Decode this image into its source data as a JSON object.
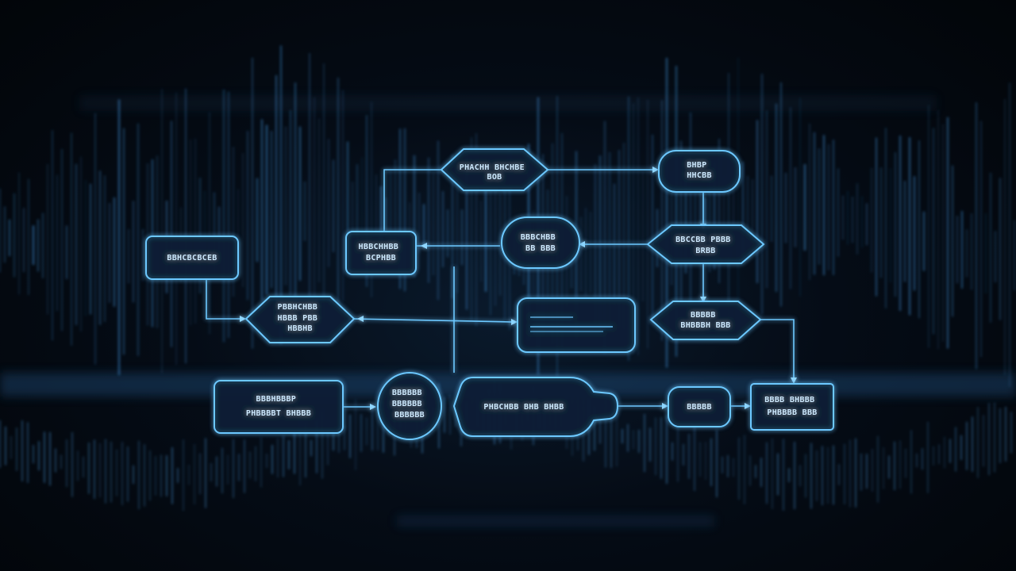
{
  "theme": {
    "accent": "#6cc8ff",
    "node_fill": "#081e34",
    "background": "#03070d",
    "waveform": "#3d8fd6"
  },
  "diagram": {
    "nodes": [
      {
        "id": "n1",
        "shape": "hexagon",
        "lines": [
          "PHACHH BHCHBE",
          "BOB"
        ]
      },
      {
        "id": "n2",
        "shape": "rounded",
        "lines": [
          "BHBP",
          "HHCBB"
        ]
      },
      {
        "id": "n3",
        "shape": "rounded",
        "lines": [
          "BBHCBCBCEB"
        ]
      },
      {
        "id": "n4",
        "shape": "rounded",
        "lines": [
          "HBBCHHBB",
          "BCPHBB"
        ]
      },
      {
        "id": "n5",
        "shape": "ellipse",
        "lines": [
          "BBBCHBB",
          "BB BBB"
        ]
      },
      {
        "id": "n6",
        "shape": "hexagon",
        "lines": [
          "BBCCBB PBBB",
          "BRBB"
        ]
      },
      {
        "id": "n7",
        "shape": "hexagon",
        "lines": [
          "PBBHCHBB",
          "HBBB PBB",
          "HBBHB"
        ]
      },
      {
        "id": "n8",
        "shape": "rounded",
        "lines": []
      },
      {
        "id": "n9",
        "shape": "hexagon",
        "lines": [
          "BBBBB",
          "BHBBBH BBB"
        ]
      },
      {
        "id": "n10",
        "shape": "rounded",
        "lines": [
          "BBBHBBBP",
          "PHBBBBT BHBBB"
        ]
      },
      {
        "id": "n11",
        "shape": "ellipse",
        "lines": [
          "BBBBBB",
          "BBBBBB",
          "BBBBBB"
        ]
      },
      {
        "id": "n12",
        "shape": "bottle",
        "lines": [
          "PHBCHBB BHB BHBB"
        ]
      },
      {
        "id": "n13",
        "shape": "rounded",
        "lines": [
          "BBBBB"
        ]
      },
      {
        "id": "n14",
        "shape": "rounded",
        "lines": [
          "BBBB BHBBB",
          "PHBBBB BBB"
        ]
      }
    ]
  }
}
